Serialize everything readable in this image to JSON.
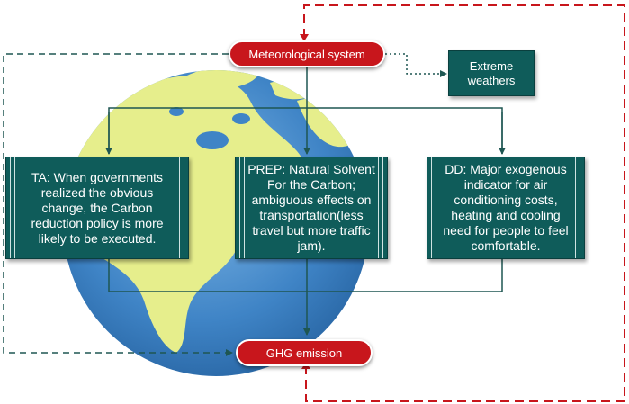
{
  "nodes": {
    "meteorological_system": "Meteorological system",
    "extreme_weathers": "Extreme weathers",
    "ta": "TA: When governments realized the obvious change, the Carbon reduction policy is more likely to be executed.",
    "prep": "PREP: Natural Solvent For the Carbon; ambiguous effects on transportation(less travel but more traffic jam).",
    "dd": "DD: Major exogenous indicator for air conditioning costs, heating and cooling need for people to feel comfortable.",
    "ghg_emission": "GHG emission"
  },
  "colors": {
    "red": "#c8161c",
    "teal": "#0f5c5a",
    "ocean": "#3f84c6",
    "land": "#e6ee8c",
    "connector": "#1e5652"
  }
}
